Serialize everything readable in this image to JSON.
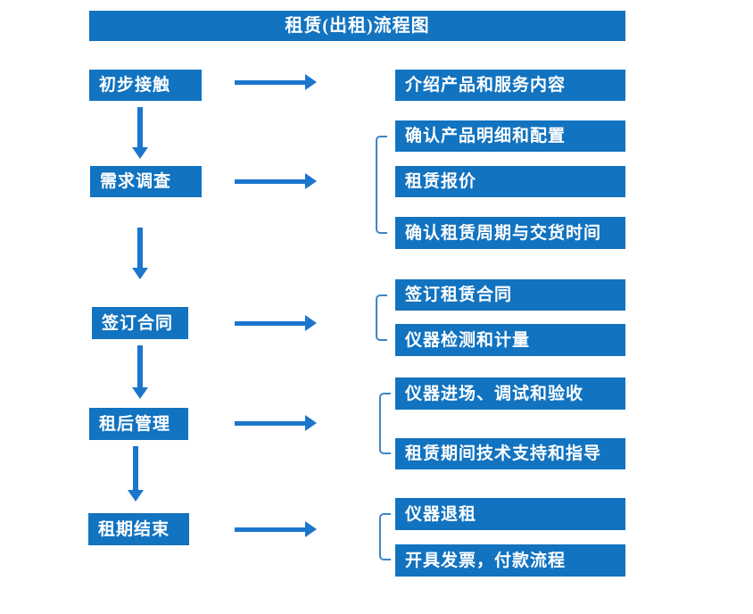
{
  "title": "租赁(出租)流程图",
  "left_steps": [
    "初步接触",
    "需求调查",
    "签订合同",
    "租后管理",
    "租期结束"
  ],
  "right_items": [
    "介绍产品和服务内容",
    "确认产品明细和配置",
    "租赁报价",
    "确认租赁周期与交货时间",
    "签订租赁合同",
    "仪器检测和计量",
    "仪器进场、调试和验收",
    "租赁期间技术支持和指导",
    "仪器退租",
    "开具发票，付款流程"
  ],
  "colors": {
    "box_blue": "#1273c0",
    "arrow_blue": "#1b76cc",
    "bracket_blue": "#3d86c9",
    "text_white": "#ffffff",
    "background": "#ffffff"
  }
}
